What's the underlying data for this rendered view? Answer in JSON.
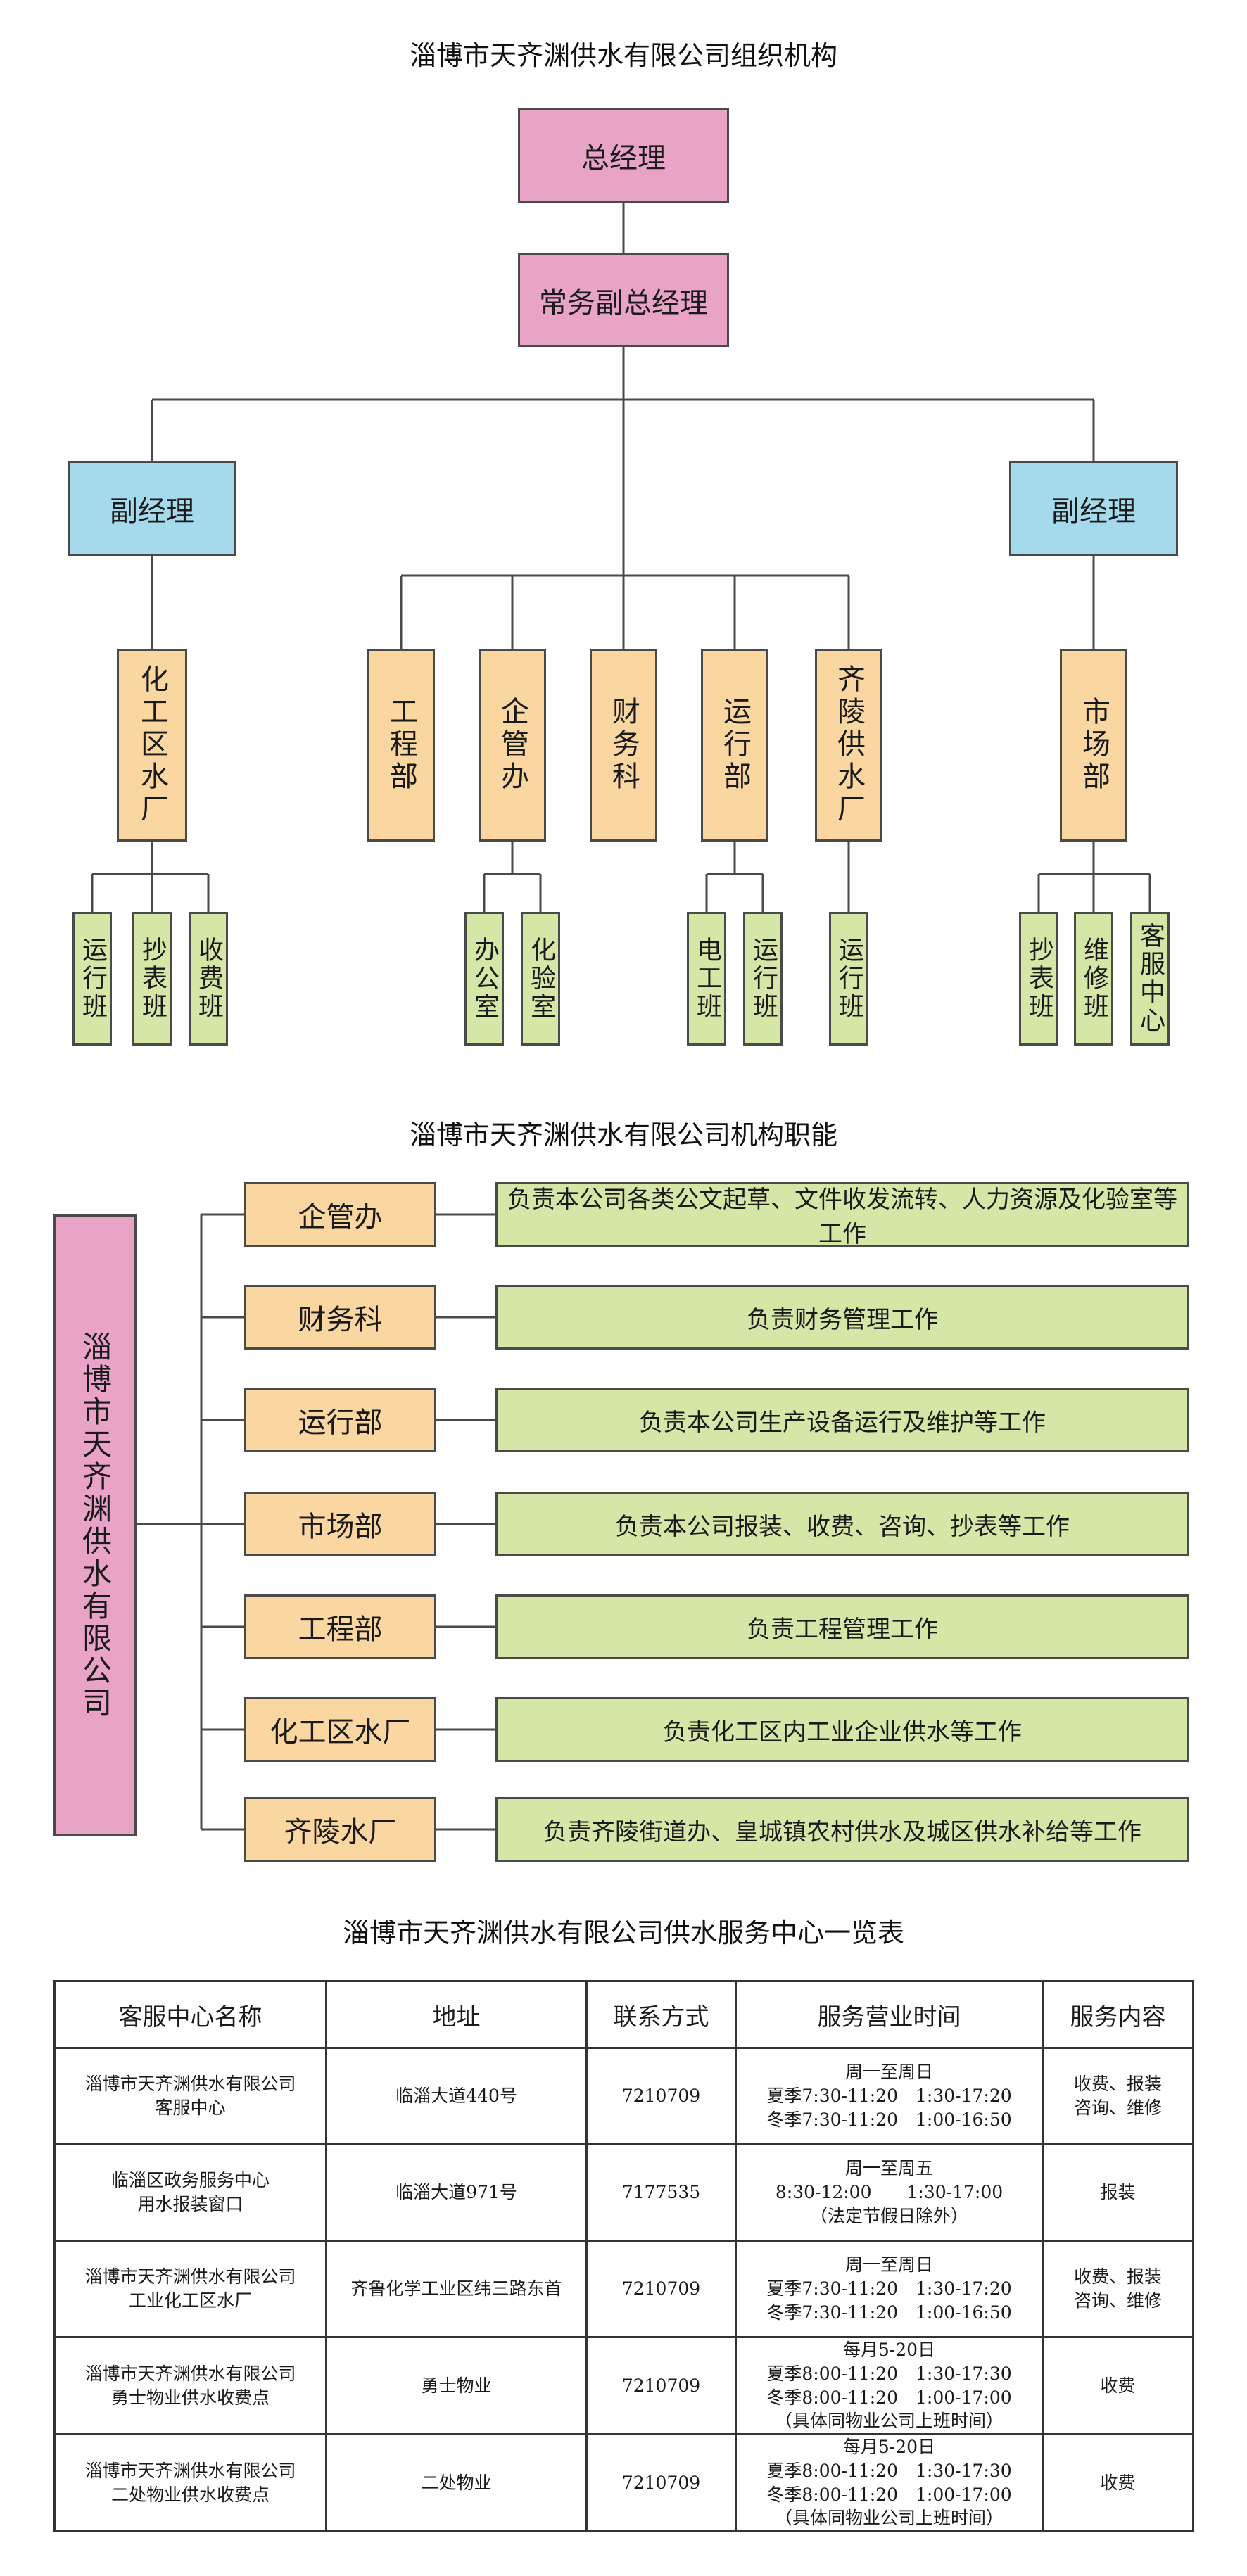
{
  "colors": {
    "top_fill": "#E8A3C6",
    "deputy_fill": "#A5D9EC",
    "dept_fill": "#FAD6A0",
    "team_fill": "#D5E7A6",
    "company_fill": "#E8A3C6",
    "duty_fill": "#D5E7A6",
    "line": "#4a4a4a"
  },
  "org_chart": {
    "title": "淄博市天齐渊供水有限公司组织机构",
    "general_manager": "总经理",
    "executive_deputy": "常务副总经理",
    "deputy_left": "副经理",
    "deputy_right": "副经理",
    "departments": {
      "chem_plant": "化工区水厂",
      "engineering": "工程部",
      "admin_office": "企管办",
      "finance": "财务科",
      "operations": "运行部",
      "qiling_plant": "齐陵供水厂",
      "market": "市场部"
    },
    "teams": {
      "chem_run": "运行班",
      "chem_meter": "抄表班",
      "chem_fee": "收费班",
      "admin_office_room": "办公室",
      "admin_lab": "化验室",
      "ops_electric": "电工班",
      "ops_run": "运行班",
      "qiling_run": "运行班",
      "market_meter": "抄表班",
      "market_repair": "维修班",
      "market_service": "客服中心"
    }
  },
  "functions": {
    "title": "淄博市天齐渊供水有限公司机构职能",
    "company": "淄博市天齐渊供水有限公司",
    "items": [
      {
        "dept": "企管办",
        "duty": "负责本公司各类公文起草、文件收发流转、人力资源及化验室等工作"
      },
      {
        "dept": "财务科",
        "duty": "负责财务管理工作"
      },
      {
        "dept": "运行部",
        "duty": "负责本公司生产设备运行及维护等工作"
      },
      {
        "dept": "市场部",
        "duty": "负责本公司报装、收费、咨询、抄表等工作"
      },
      {
        "dept": "工程部",
        "duty": "负责工程管理工作"
      },
      {
        "dept": "化工区水厂",
        "duty": "负责化工区内工业企业供水等工作"
      },
      {
        "dept": "齐陵水厂",
        "duty": "负责齐陵街道办、皇城镇农村供水及城区供水补给等工作"
      }
    ]
  },
  "service_table": {
    "title": "淄博市天齐渊供水有限公司供水服务中心一览表",
    "headers": [
      "客服中心名称",
      "地址",
      "联系方式",
      "服务营业时间",
      "服务内容"
    ],
    "rows": [
      {
        "name": "淄博市天齐渊供水有限公司\n客服中心",
        "address": "临淄大道440号",
        "phone": "7210709",
        "hours": "周一至周日\n夏季7:30-11:20　1:30-17:20\n冬季7:30-11:20　1:00-16:50",
        "service": "收费、报装\n咨询、维修"
      },
      {
        "name": "临淄区政务服务中心\n用水报装窗口",
        "address": "临淄大道971号",
        "phone": "7177535",
        "hours": "周一至周五\n8:30-12:00　　1:30-17:00\n（法定节假日除外）",
        "service": "报装"
      },
      {
        "name": "淄博市天齐渊供水有限公司\n工业化工区水厂",
        "address": "齐鲁化学工业区纬三路东首",
        "phone": "7210709",
        "hours": "周一至周日\n夏季7:30-11:20　1:30-17:20\n冬季7:30-11:20　1:00-16:50",
        "service": "收费、报装\n咨询、维修"
      },
      {
        "name": "淄博市天齐渊供水有限公司\n勇士物业供水收费点",
        "address": "勇士物业",
        "phone": "7210709",
        "hours": "每月5-20日\n夏季8:00-11:20　1:30-17:30\n冬季8:00-11:20　1:00-17:00\n（具体同物业公司上班时间）",
        "service": "收费"
      },
      {
        "name": "淄博市天齐渊供水有限公司\n二处物业供水收费点",
        "address": "二处物业",
        "phone": "7210709",
        "hours": "每月5-20日\n夏季8:00-11:20　1:30-17:30\n冬季8:00-11:20　1:00-17:00\n（具体同物业公司上班时间）",
        "service": "收费"
      }
    ]
  }
}
